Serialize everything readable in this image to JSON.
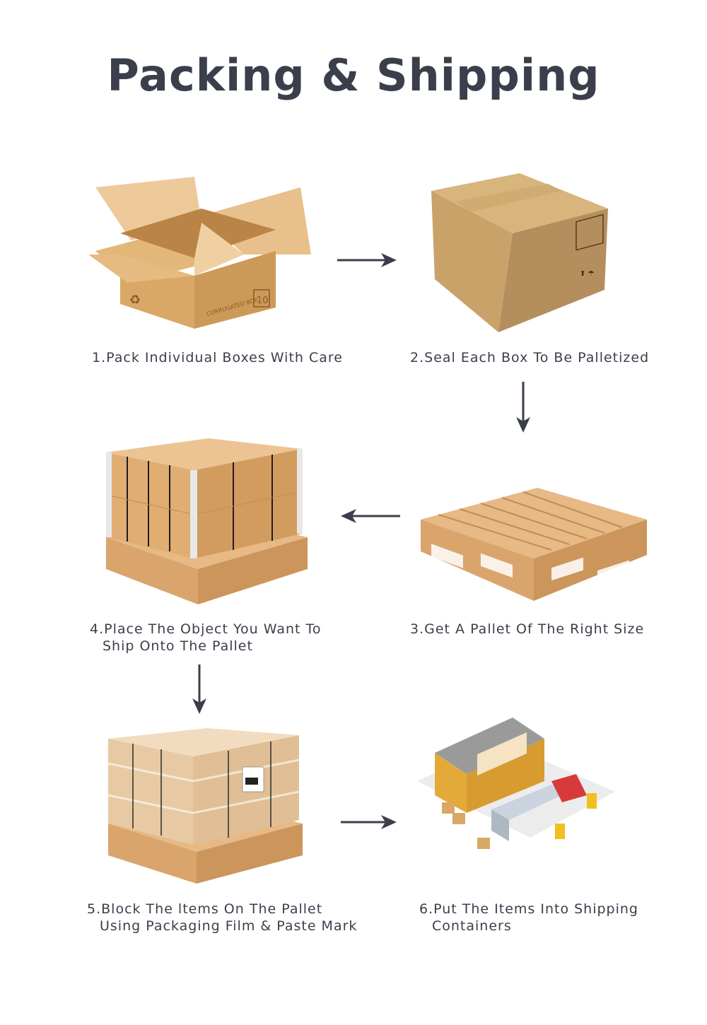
{
  "title": "Packing & Shipping",
  "steps": [
    {
      "line1": "1.Pack Individual Boxes With Care",
      "line2": ""
    },
    {
      "line1": "2.Seal Each Box To Be Palletized",
      "line2": ""
    },
    {
      "line1": "3.Get A Pallet Of The Right Size",
      "line2": ""
    },
    {
      "line1": "4.Place The Object You Want To",
      "line2": "Ship Onto The Pallet"
    },
    {
      "line1": "5.Block The ltems On The Pallet",
      "line2": "Using Packaging Film & Paste Mark"
    },
    {
      "line1": "6.Put The Items Into Shipping",
      "line2": "Containers"
    }
  ],
  "box_labels": {
    "corrugated": "CORRUGATED BOX",
    "size": "10"
  },
  "colors": {
    "text": "#3a3f4b",
    "arrow": "#3a3f4b",
    "cardboard": "#d9a866",
    "wood": "#e0b07a"
  }
}
